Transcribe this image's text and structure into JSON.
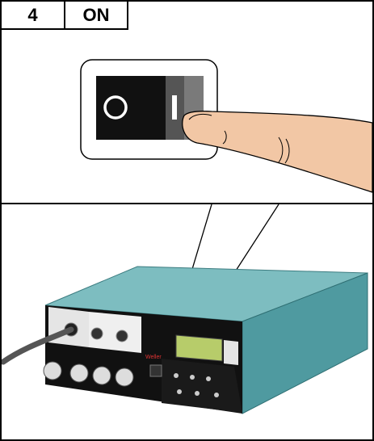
{
  "step": {
    "number": "4",
    "label": "ON"
  },
  "switch": {
    "off_symbol": "O",
    "on_symbol": "I"
  },
  "device": {
    "brand": "Weller"
  },
  "colors": {
    "casing": "#5ca7ab",
    "switch_body": "#111111",
    "display": "#b7cc6a"
  }
}
